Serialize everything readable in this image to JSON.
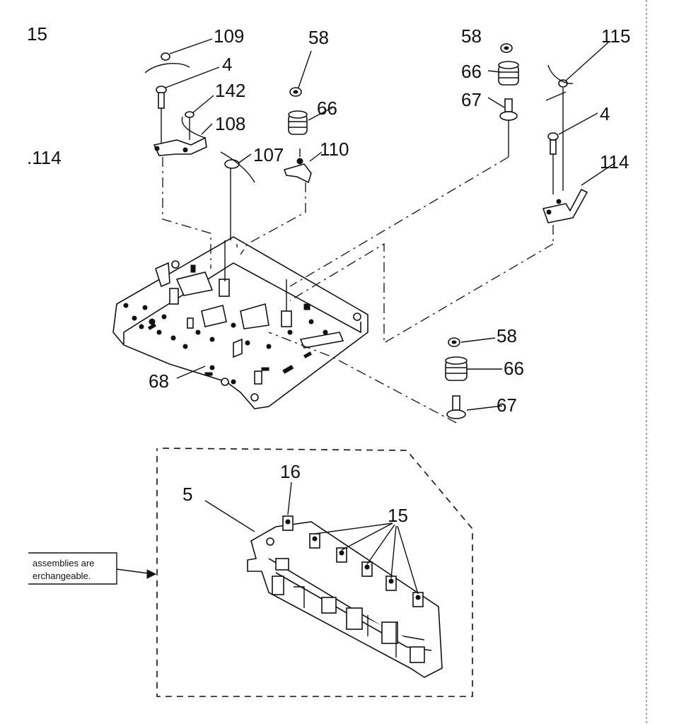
{
  "labels": {
    "l15_top": "15",
    "l114_left": ".114",
    "l109": "109",
    "l4_a": "4",
    "l142": "142",
    "l108": "108",
    "l107": "107",
    "l110": "110",
    "l58_a": "58",
    "l66_a": "66",
    "l58_b": "58",
    "l66_b": "66",
    "l67_b": "67",
    "l115": "115",
    "l4_b": "4",
    "l114_right": "114",
    "l58_c": "58",
    "l66_c": "66",
    "l67_c": "67",
    "l68": "68",
    "l5": "5",
    "l16": "16",
    "l15_lower": "15"
  },
  "note": {
    "line1": "assemblies are",
    "line2": "erchangeable."
  }
}
